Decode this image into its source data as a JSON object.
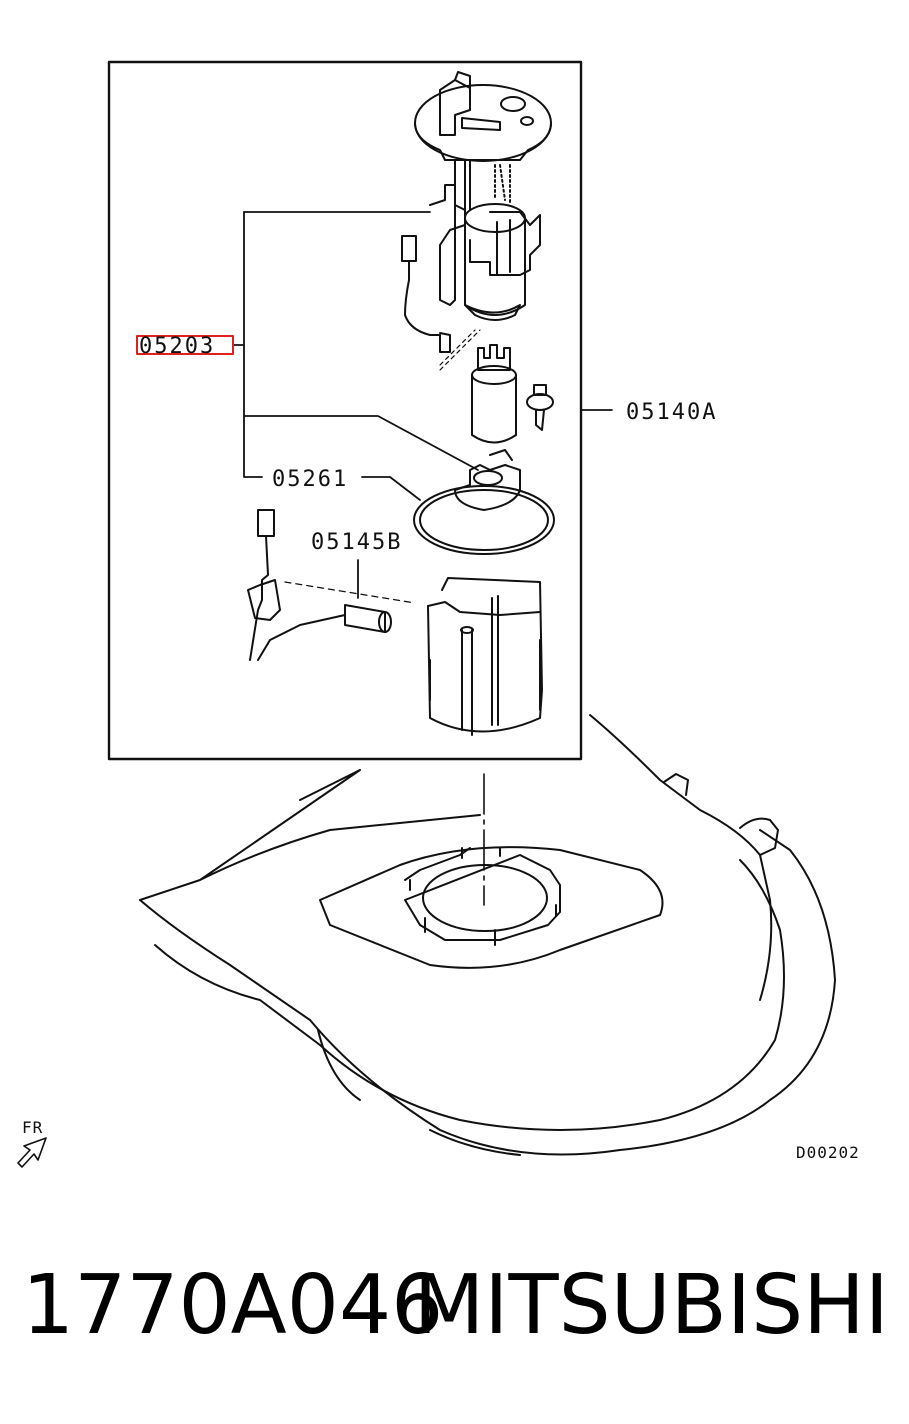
{
  "callouts": {
    "pump_module": "05203",
    "assembly": "05140A",
    "seal_ring": "05261",
    "sender_unit": "05145B"
  },
  "direction_label": "FR",
  "diagram_code": "D00202",
  "caption": {
    "part_number": "1770A046",
    "brand": "MITSUBISHI"
  },
  "colors": {
    "line": "#111111",
    "highlight": "#e02020",
    "background": "#ffffff"
  },
  "icons": [
    "front-direction-arrow-icon"
  ]
}
